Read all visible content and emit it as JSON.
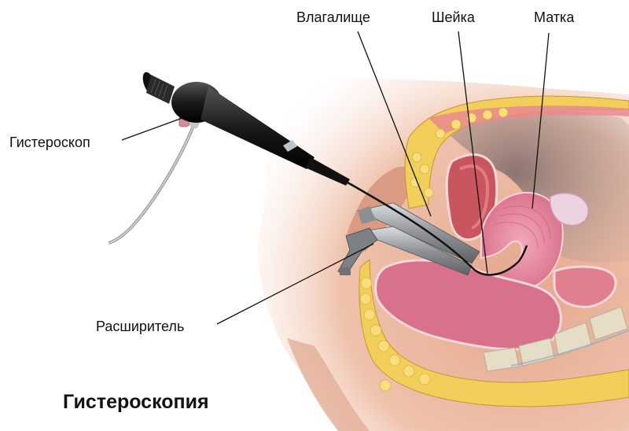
{
  "diagram": {
    "title": "Гистероскопия",
    "labels": {
      "vagina": "Влагалище",
      "cervix": "Шейка",
      "uterus": "Матка",
      "hysteroscope": "Гистероскоп",
      "dilator": "Расширитель"
    },
    "colors": {
      "skin": "#e9b59c",
      "skin_shadow": "#d49a80",
      "fat": "#f2cf5a",
      "fat_dark": "#d9a92e",
      "tissue_pink": "#e07e95",
      "tissue_light": "#f0a8b6",
      "muscle_red": "#d86a70",
      "instrument_black": "#1c1c1c",
      "instrument_steel": "#9a9ea3",
      "cavity": "#8a6f6a",
      "bone": "#e4dcc4",
      "leader_line": "#111111"
    }
  }
}
